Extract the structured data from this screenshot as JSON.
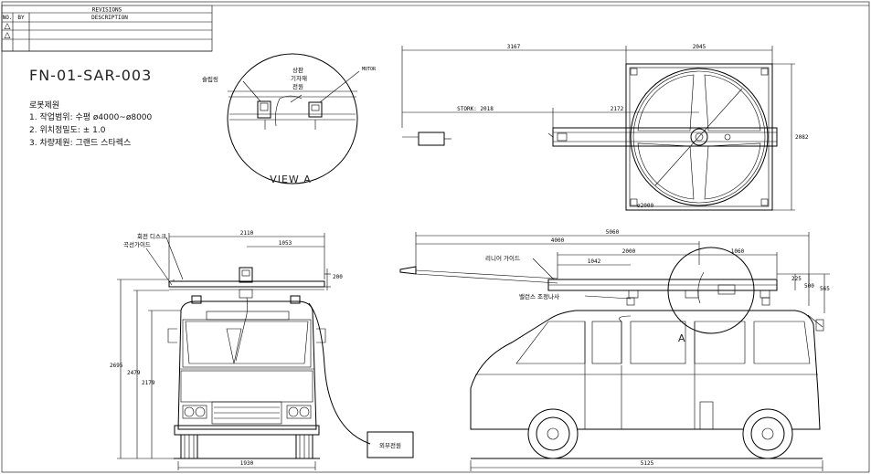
{
  "revisions": {
    "title": "REVISIONS",
    "col_no": "NO.",
    "col_by": "BY",
    "col_desc": "DESCRIPTION",
    "rows": [
      "△",
      "△"
    ]
  },
  "drawing_no": "FN-01-SAR-003",
  "specs": {
    "heading": "로봇제원",
    "lines": [
      "1. 작업범위: 수평 ø4000~ø8000",
      "2. 위치정밀도: ± 1.0",
      "3. 차량제원: 그랜드 스타렉스"
    ]
  },
  "detail": {
    "label_slip": "슬립링",
    "label_top_a": "상판",
    "label_top_b": "기자재",
    "label_top_c": "전원",
    "label_motor": "MOTOR",
    "view_label": "VIEW A"
  },
  "top_view": {
    "dim_left": "3167",
    "dim_right": "2045",
    "dim_stork": "STORK: 2018",
    "dim_mid": "2172",
    "dim_height": "2082",
    "dim_dia": "ø2000"
  },
  "front_view": {
    "label_disc": "회전 디스크",
    "label_guide": "곡선가이드",
    "dim_2110": "2110",
    "dim_1053": "1053",
    "dim_200": "200",
    "dim_2695": "2695",
    "dim_2479": "2479",
    "dim_2179": "2179",
    "dim_1930": "1930",
    "power_box": "외부전원"
  },
  "side_view": {
    "dim_5060": "5060",
    "dim_4000": "4000",
    "dim_2000": "2000",
    "dim_1060": "1060",
    "dim_1042": "1042",
    "label_linear": "리니어 가이드",
    "label_balance": "밸런스 조정나사",
    "dim_225": "225",
    "dim_500": "500",
    "dim_565": "565",
    "label_a": "A",
    "dim_5125": "5125"
  }
}
